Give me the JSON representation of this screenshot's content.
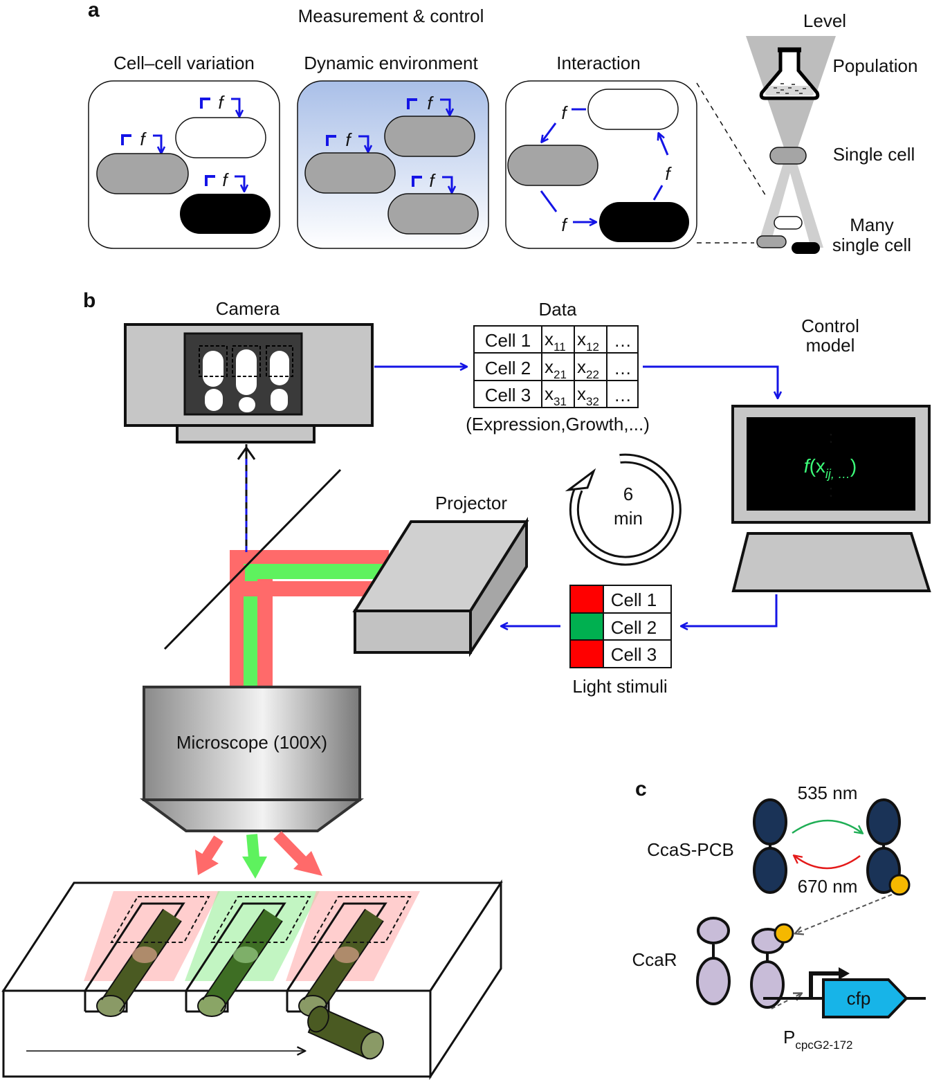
{
  "panel_a": {
    "letter": "a",
    "title": "Measurement & control",
    "box1_title": "Cell–cell variation",
    "box2_title": "Dynamic environment",
    "box3_title": "Interaction",
    "f": "f",
    "level_title": "Level",
    "level_population": "Population",
    "level_single": "Single cell",
    "level_many_1": "Many",
    "level_many_2": "single cell"
  },
  "panel_b": {
    "letter": "b",
    "camera": "Camera",
    "data_title": "Data",
    "data_rows": [
      {
        "cell": "Cell 1",
        "x1": "x",
        "s1": "11",
        "x2": "x",
        "s2": "12",
        "more": "…"
      },
      {
        "cell": "Cell 2",
        "x1": "x",
        "s1": "21",
        "x2": "x",
        "s2": "22",
        "more": "…"
      },
      {
        "cell": "Cell 3",
        "x1": "x",
        "s1": "31",
        "x2": "x",
        "s2": "32",
        "more": "…"
      }
    ],
    "data_caption": "(Expression,Growth,...)",
    "control_1": "Control",
    "control_2": "model",
    "screen_dots": ":",
    "screen_f": "f",
    "screen_x": "(x",
    "screen_sub": "ij, …",
    "screen_close": ")",
    "cycle_1": "6",
    "cycle_2": "min",
    "projector": "Projector",
    "stimuli_rows": [
      {
        "label": "Cell 1",
        "color": "#ff0000"
      },
      {
        "label": "Cell 2",
        "color": "#00b050"
      },
      {
        "label": "Cell 3",
        "color": "#ff0000"
      }
    ],
    "stimuli_caption": "Light stimuli",
    "microscope": "Microscope (100X)"
  },
  "panel_c": {
    "letter": "c",
    "nm_535": "535 nm",
    "nm_670": "670 nm",
    "ccas": "CcaS-PCB",
    "ccar": "CcaR",
    "gene": "cfp",
    "promoter_p": "P",
    "promoter_sub": "cpcG2-172"
  },
  "colors": {
    "blue": "#1414e6",
    "red": "#ff0000",
    "green": "#00b050",
    "screen_text": "#3cff7a",
    "protein_dark": "#1a3357",
    "protein_light": "#c8bcd8",
    "chromophore": "#f5b800",
    "gene": "#17b4e8"
  }
}
